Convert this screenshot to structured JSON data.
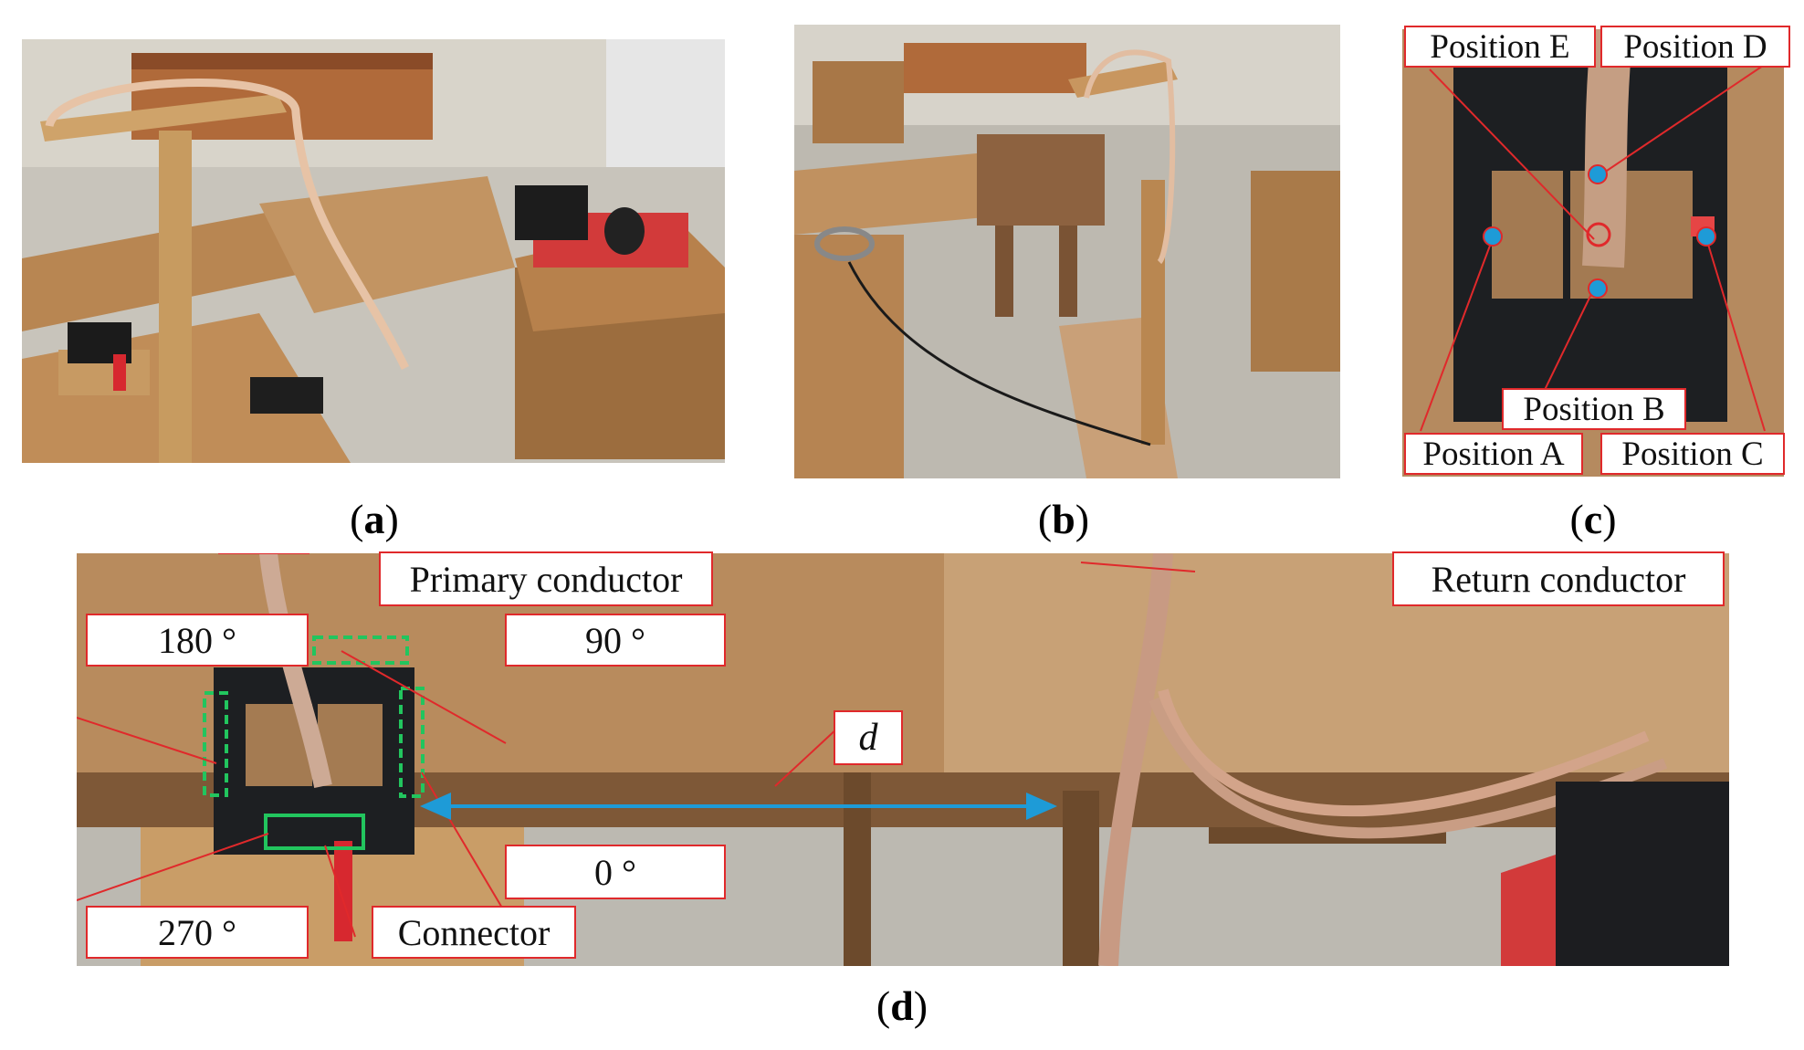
{
  "captions": {
    "a": "a",
    "b": "b",
    "c": "c",
    "d": "d"
  },
  "panel_c_labels": {
    "position_e": "Position E",
    "position_d": "Position D",
    "position_b": "Position B",
    "position_a": "Position A",
    "position_c": "Position C"
  },
  "panel_d_labels": {
    "primary_conductor": "Primary conductor",
    "return_conductor": "Return conductor",
    "angle_180": "180 °",
    "angle_90": "90 °",
    "angle_0": "0 °",
    "angle_270": "270 °",
    "connector": "Connector",
    "distance": "d"
  },
  "colors": {
    "label_border": "#e0292b",
    "marker_blue": "#1e9bd7",
    "dashed_green": "#22c55e",
    "wood": "#b98a5a",
    "floor": "#c9c6bf"
  }
}
